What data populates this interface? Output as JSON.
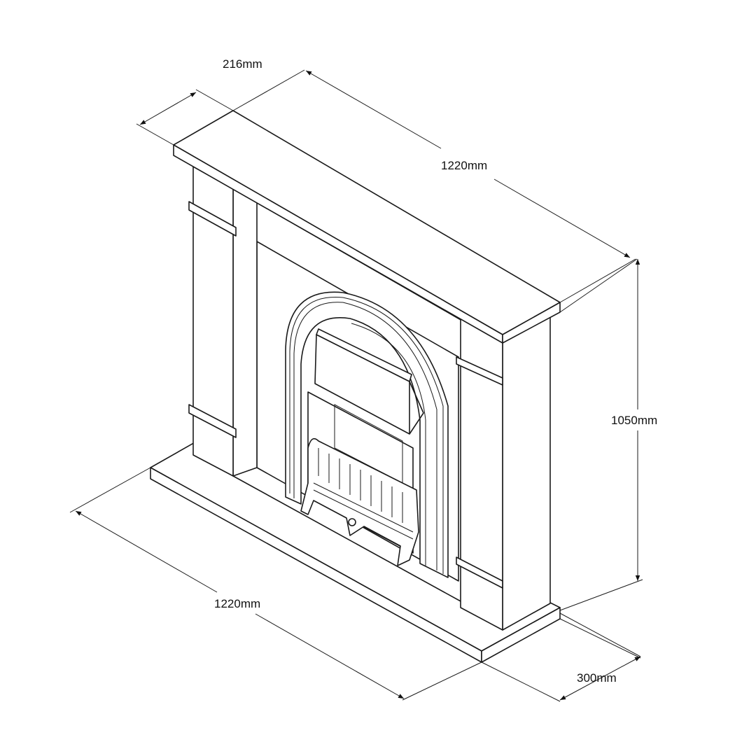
{
  "title": "Fireplace suite dimension drawing",
  "dimensions": {
    "mantel_depth": "216mm",
    "mantel_width": "1220mm",
    "height": "1050mm",
    "hearth_width": "1220mm",
    "hearth_depth": "300mm"
  },
  "colors": {
    "line": "#1a1a1a",
    "background": "#ffffff"
  }
}
